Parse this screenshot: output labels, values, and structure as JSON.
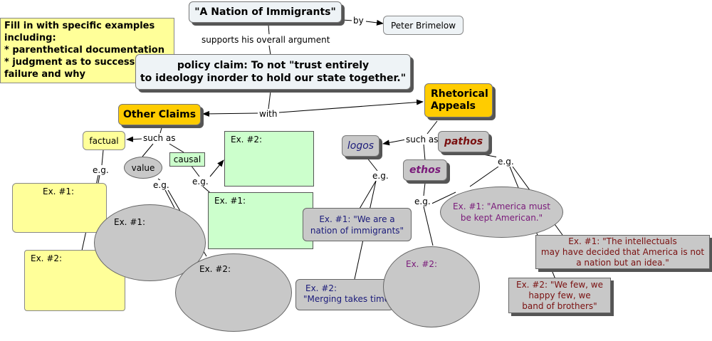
{
  "note": {
    "line1": "Fill in with specific examples",
    "line2": "including:",
    "line3": "* parenthetical documentation",
    "line4": "* judgment as to success or",
    "line5": "failure and why"
  },
  "title_node": "\"A Nation of Immigrants\"",
  "by_label": "by",
  "author_node": "Peter Brimelow",
  "supports_label": "supports his overall argument",
  "policy_line1": "policy claim:  To not \"trust entirely",
  "policy_line2": "to ideology inorder to hold our state together.\"",
  "with_label": "with",
  "other_claims": "Other Claims",
  "rhetorical_line1": "Rhetorical",
  "rhetorical_line2": "Appeals",
  "such_as_left": "such as",
  "such_as_right": "such as",
  "factual": "factual",
  "value": "value",
  "causal": "causal",
  "logos": "logos",
  "pathos": "pathos",
  "ethos": "ethos",
  "eg": "e.g.",
  "factual_ex1": "Ex. #1:",
  "factual_ex2": "Ex. #2:",
  "value_ex1": "Ex. #1:",
  "value_ex2": "Ex. #2:",
  "causal_ex1": "Ex. #1:",
  "causal_ex2": "Ex. #2:",
  "logos_ex1_line1": "Ex. #1: \"We are a",
  "logos_ex1_line2": "nation of immigrants\"",
  "logos_ex2_line1": "Ex. #2:",
  "logos_ex2_line2": "\"Merging takes time\"",
  "ethos_ex2": "Ex. #2:",
  "pathos_ex1_line1": "Ex. #1:   \"America must",
  "pathos_ex1_line2": "be kept American.\"",
  "pathos_ex1b_line1": "Ex. #1:  \"The intellectuals",
  "pathos_ex1b_line2": "may have decided that America is not",
  "pathos_ex1b_line3": "a nation but an idea.\"",
  "pathos_ex2_line1": "Ex. #2:  \"We few, we",
  "pathos_ex2_line2": "happy few, we",
  "pathos_ex2_line3": "band of brothers\""
}
